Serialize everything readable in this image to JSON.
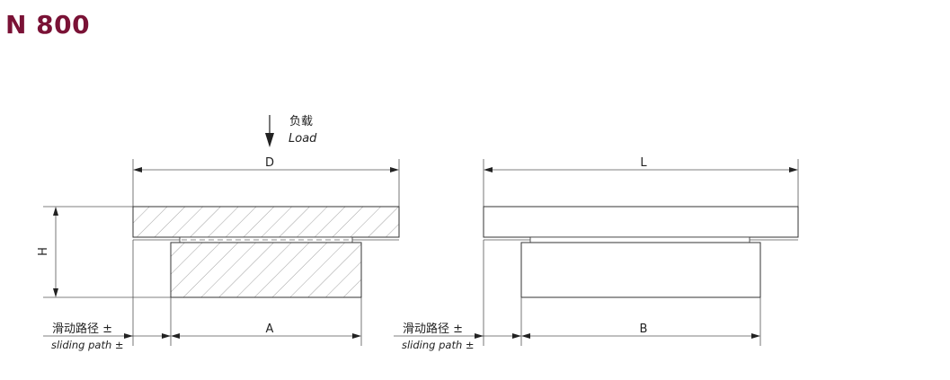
{
  "title": "N 800",
  "colors": {
    "title": "#7a1236",
    "line": "#333333",
    "hatch": "#8a8a8a"
  },
  "load_arrow": {
    "cn": "负载",
    "en": "Load"
  },
  "labels": {
    "D": "D",
    "H": "H",
    "A": "A",
    "L": "L",
    "B": "B",
    "sliding_cn": "滑动路径 ±",
    "sliding_en": "sliding path ±"
  }
}
